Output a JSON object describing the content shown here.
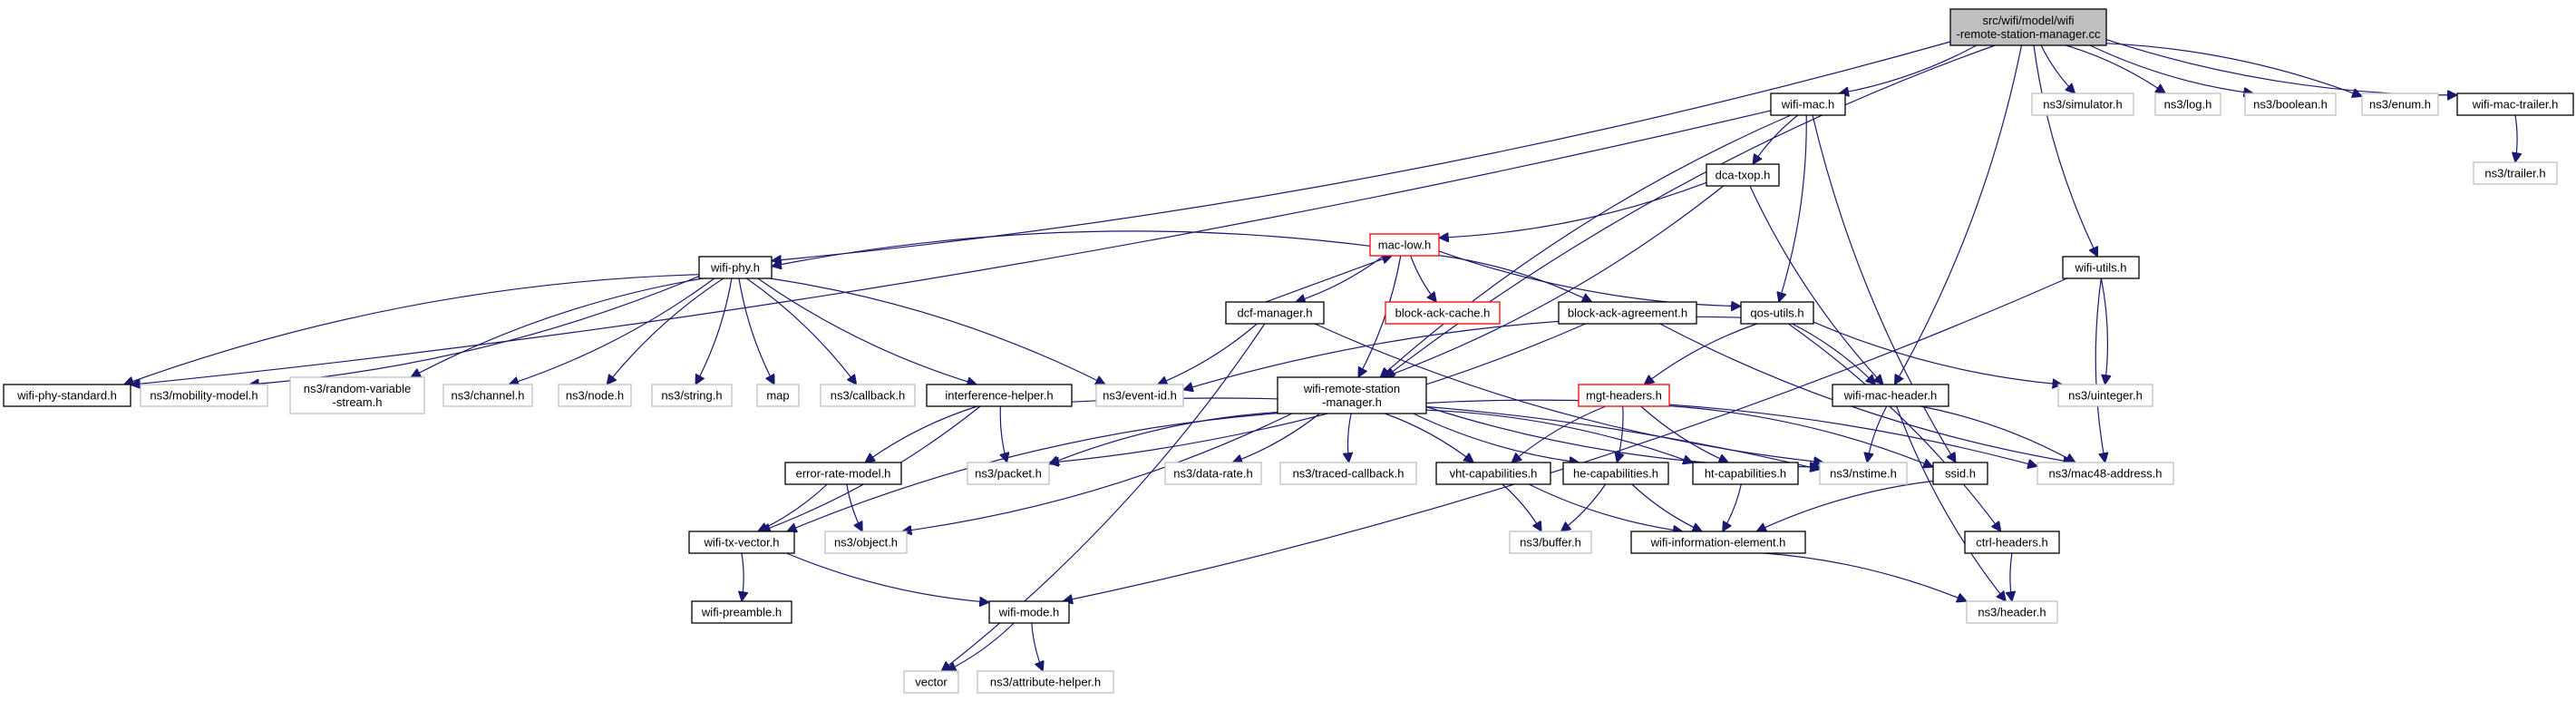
{
  "diagram": {
    "title": "",
    "colors": {
      "edge": "#191970",
      "node_border": "#000000",
      "external_border": "#bfbfbf",
      "missing_border": "#ff0000",
      "root_fill": "#bfbfbf"
    },
    "nodes": [
      {
        "id": "root",
        "lines": [
          "src/wifi/model/wifi",
          "-remote-station-manager.cc"
        ],
        "kind": "root"
      },
      {
        "id": "wifi-mac",
        "lines": [
          "wifi-mac.h"
        ],
        "kind": "std"
      },
      {
        "id": "ns3-simulator",
        "lines": [
          "ns3/simulator.h"
        ],
        "kind": "ext"
      },
      {
        "id": "ns3-log",
        "lines": [
          "ns3/log.h"
        ],
        "kind": "ext"
      },
      {
        "id": "ns3-boolean",
        "lines": [
          "ns3/boolean.h"
        ],
        "kind": "ext"
      },
      {
        "id": "ns3-enum",
        "lines": [
          "ns3/enum.h"
        ],
        "kind": "ext"
      },
      {
        "id": "wifi-mac-trailer",
        "lines": [
          "wifi-mac-trailer.h"
        ],
        "kind": "std"
      },
      {
        "id": "ns3-trailer",
        "lines": [
          "ns3/trailer.h"
        ],
        "kind": "ext"
      },
      {
        "id": "dca-txop",
        "lines": [
          "dca-txop.h"
        ],
        "kind": "std"
      },
      {
        "id": "mac-low",
        "lines": [
          "mac-low.h"
        ],
        "kind": "bad"
      },
      {
        "id": "wifi-phy",
        "lines": [
          "wifi-phy.h"
        ],
        "kind": "std"
      },
      {
        "id": "dcf-manager",
        "lines": [
          "dcf-manager.h"
        ],
        "kind": "std"
      },
      {
        "id": "block-ack-cache",
        "lines": [
          "block-ack-cache.h"
        ],
        "kind": "bad"
      },
      {
        "id": "block-ack-agreement",
        "lines": [
          "block-ack-agreement.h"
        ],
        "kind": "std"
      },
      {
        "id": "qos-utils",
        "lines": [
          "qos-utils.h"
        ],
        "kind": "std"
      },
      {
        "id": "wifi-utils",
        "lines": [
          "wifi-utils.h"
        ],
        "kind": "std"
      },
      {
        "id": "wifi-phy-standard",
        "lines": [
          "wifi-phy-standard.h"
        ],
        "kind": "std"
      },
      {
        "id": "ns3-mobility-model",
        "lines": [
          "ns3/mobility-model.h"
        ],
        "kind": "ext"
      },
      {
        "id": "ns3-random-variable-stream",
        "lines": [
          "ns3/random-variable",
          "-stream.h"
        ],
        "kind": "ext"
      },
      {
        "id": "ns3-channel",
        "lines": [
          "ns3/channel.h"
        ],
        "kind": "ext"
      },
      {
        "id": "ns3-node",
        "lines": [
          "ns3/node.h"
        ],
        "kind": "ext"
      },
      {
        "id": "ns3-string",
        "lines": [
          "ns3/string.h"
        ],
        "kind": "ext"
      },
      {
        "id": "map",
        "lines": [
          "map"
        ],
        "kind": "ext"
      },
      {
        "id": "ns3-callback",
        "lines": [
          "ns3/callback.h"
        ],
        "kind": "ext"
      },
      {
        "id": "interference-helper",
        "lines": [
          "interference-helper.h"
        ],
        "kind": "std"
      },
      {
        "id": "ns3-event-id",
        "lines": [
          "ns3/event-id.h"
        ],
        "kind": "ext"
      },
      {
        "id": "wifi-remote-station-manager",
        "lines": [
          "wifi-remote-station",
          "-manager.h"
        ],
        "kind": "std"
      },
      {
        "id": "mgt-headers",
        "lines": [
          "mgt-headers.h"
        ],
        "kind": "bad"
      },
      {
        "id": "wifi-mac-header",
        "lines": [
          "wifi-mac-header.h"
        ],
        "kind": "std"
      },
      {
        "id": "ns3-uinteger",
        "lines": [
          "ns3/uinteger.h"
        ],
        "kind": "ext"
      },
      {
        "id": "error-rate-model",
        "lines": [
          "error-rate-model.h"
        ],
        "kind": "std"
      },
      {
        "id": "ns3-packet",
        "lines": [
          "ns3/packet.h"
        ],
        "kind": "ext"
      },
      {
        "id": "ns3-data-rate",
        "lines": [
          "ns3/data-rate.h"
        ],
        "kind": "ext"
      },
      {
        "id": "ns3-traced-callback",
        "lines": [
          "ns3/traced-callback.h"
        ],
        "kind": "ext"
      },
      {
        "id": "vht-capabilities",
        "lines": [
          "vht-capabilities.h"
        ],
        "kind": "std"
      },
      {
        "id": "he-capabilities",
        "lines": [
          "he-capabilities.h"
        ],
        "kind": "std"
      },
      {
        "id": "ht-capabilities",
        "lines": [
          "ht-capabilities.h"
        ],
        "kind": "std"
      },
      {
        "id": "ns3-nstime",
        "lines": [
          "ns3/nstime.h"
        ],
        "kind": "ext"
      },
      {
        "id": "ssid",
        "lines": [
          "ssid.h"
        ],
        "kind": "std"
      },
      {
        "id": "ns3-mac48-address",
        "lines": [
          "ns3/mac48-address.h"
        ],
        "kind": "ext"
      },
      {
        "id": "wifi-tx-vector",
        "lines": [
          "wifi-tx-vector.h"
        ],
        "kind": "std"
      },
      {
        "id": "ns3-object",
        "lines": [
          "ns3/object.h"
        ],
        "kind": "ext"
      },
      {
        "id": "ns3-buffer",
        "lines": [
          "ns3/buffer.h"
        ],
        "kind": "ext"
      },
      {
        "id": "wifi-information-element",
        "lines": [
          "wifi-information-element.h"
        ],
        "kind": "std"
      },
      {
        "id": "ctrl-headers",
        "lines": [
          "ctrl-headers.h"
        ],
        "kind": "std"
      },
      {
        "id": "wifi-preamble",
        "lines": [
          "wifi-preamble.h"
        ],
        "kind": "std"
      },
      {
        "id": "wifi-mode",
        "lines": [
          "wifi-mode.h"
        ],
        "kind": "std"
      },
      {
        "id": "ns3-header",
        "lines": [
          "ns3/header.h"
        ],
        "kind": "ext"
      },
      {
        "id": "vector",
        "lines": [
          "vector"
        ],
        "kind": "ext"
      },
      {
        "id": "ns3-attribute-helper",
        "lines": [
          "ns3/attribute-helper.h"
        ],
        "kind": "ext"
      }
    ],
    "edges": [
      [
        "root",
        "wifi-mac"
      ],
      [
        "root",
        "ns3-simulator"
      ],
      [
        "root",
        "ns3-log"
      ],
      [
        "root",
        "ns3-boolean"
      ],
      [
        "root",
        "ns3-enum"
      ],
      [
        "root",
        "wifi-mac-trailer"
      ],
      [
        "root",
        "wifi-phy"
      ],
      [
        "root",
        "wifi-remote-station-manager"
      ],
      [
        "root",
        "wifi-mac-header"
      ],
      [
        "root",
        "wifi-utils"
      ],
      [
        "wifi-mac-trailer",
        "ns3-trailer"
      ],
      [
        "wifi-mac",
        "dca-txop"
      ],
      [
        "wifi-mac",
        "qos-utils"
      ],
      [
        "wifi-mac",
        "ssid"
      ],
      [
        "wifi-mac",
        "wifi-phy-standard"
      ],
      [
        "wifi-mac",
        "wifi-remote-station-manager"
      ],
      [
        "dca-txop",
        "mac-low"
      ],
      [
        "dca-txop",
        "wifi-mac-header"
      ],
      [
        "dca-txop",
        "wifi-remote-station-manager"
      ],
      [
        "mac-low",
        "wifi-phy"
      ],
      [
        "mac-low",
        "dcf-manager"
      ],
      [
        "mac-low",
        "block-ack-cache"
      ],
      [
        "mac-low",
        "block-ack-agreement"
      ],
      [
        "mac-low",
        "qos-utils"
      ],
      [
        "mac-low",
        "wifi-remote-station-manager"
      ],
      [
        "dcf-manager",
        "mac-low"
      ],
      [
        "dcf-manager",
        "ns3-event-id"
      ],
      [
        "dcf-manager",
        "ns3-nstime"
      ],
      [
        "dcf-manager",
        "vector"
      ],
      [
        "block-ack-agreement",
        "ns3-mac48-address"
      ],
      [
        "block-ack-agreement",
        "ns3-packet"
      ],
      [
        "qos-utils",
        "mgt-headers"
      ],
      [
        "qos-utils",
        "wifi-mac-header"
      ],
      [
        "qos-utils",
        "ns3-uinteger"
      ],
      [
        "qos-utils",
        "ctrl-headers"
      ],
      [
        "qos-utils",
        "ns3-event-id"
      ],
      [
        "wifi-utils",
        "ns3-uinteger"
      ],
      [
        "wifi-utils",
        "ns3-mac48-address"
      ],
      [
        "wifi-utils",
        "wifi-mode"
      ],
      [
        "wifi-phy",
        "wifi-phy-standard"
      ],
      [
        "wifi-phy",
        "ns3-mobility-model"
      ],
      [
        "wifi-phy",
        "ns3-random-variable-stream"
      ],
      [
        "wifi-phy",
        "ns3-channel"
      ],
      [
        "wifi-phy",
        "ns3-node"
      ],
      [
        "wifi-phy",
        "ns3-string"
      ],
      [
        "wifi-phy",
        "map"
      ],
      [
        "wifi-phy",
        "ns3-callback"
      ],
      [
        "wifi-phy",
        "interference-helper"
      ],
      [
        "wifi-phy",
        "ns3-event-id"
      ],
      [
        "interference-helper",
        "error-rate-model"
      ],
      [
        "interference-helper",
        "wifi-tx-vector"
      ],
      [
        "interference-helper",
        "ns3-packet"
      ],
      [
        "interference-helper",
        "ns3-nstime"
      ],
      [
        "wifi-remote-station-manager",
        "ns3-packet"
      ],
      [
        "wifi-remote-station-manager",
        "ns3-data-rate"
      ],
      [
        "wifi-remote-station-manager",
        "ns3-traced-callback"
      ],
      [
        "wifi-remote-station-manager",
        "vht-capabilities"
      ],
      [
        "wifi-remote-station-manager",
        "he-capabilities"
      ],
      [
        "wifi-remote-station-manager",
        "ht-capabilities"
      ],
      [
        "wifi-remote-station-manager",
        "ns3-nstime"
      ],
      [
        "wifi-remote-station-manager",
        "ns3-mac48-address"
      ],
      [
        "wifi-remote-station-manager",
        "wifi-tx-vector"
      ],
      [
        "wifi-remote-station-manager",
        "ns3-object"
      ],
      [
        "mgt-headers",
        "vht-capabilities"
      ],
      [
        "mgt-headers",
        "he-capabilities"
      ],
      [
        "mgt-headers",
        "ht-capabilities"
      ],
      [
        "mgt-headers",
        "ssid"
      ],
      [
        "wifi-mac-header",
        "ns3-nstime"
      ],
      [
        "wifi-mac-header",
        "ns3-mac48-address"
      ],
      [
        "wifi-mac-header",
        "ns3-header"
      ],
      [
        "error-rate-model",
        "wifi-tx-vector"
      ],
      [
        "error-rate-model",
        "ns3-object"
      ],
      [
        "vht-capabilities",
        "ns3-buffer"
      ],
      [
        "vht-capabilities",
        "wifi-information-element"
      ],
      [
        "he-capabilities",
        "ns3-buffer"
      ],
      [
        "he-capabilities",
        "wifi-information-element"
      ],
      [
        "ht-capabilities",
        "wifi-information-element"
      ],
      [
        "ssid",
        "wifi-information-element"
      ],
      [
        "wifi-information-element",
        "ns3-header"
      ],
      [
        "ctrl-headers",
        "ns3-header"
      ],
      [
        "wifi-tx-vector",
        "wifi-preamble"
      ],
      [
        "wifi-tx-vector",
        "wifi-mode"
      ],
      [
        "wifi-mode",
        "vector"
      ],
      [
        "wifi-mode",
        "ns3-attribute-helper"
      ]
    ]
  }
}
